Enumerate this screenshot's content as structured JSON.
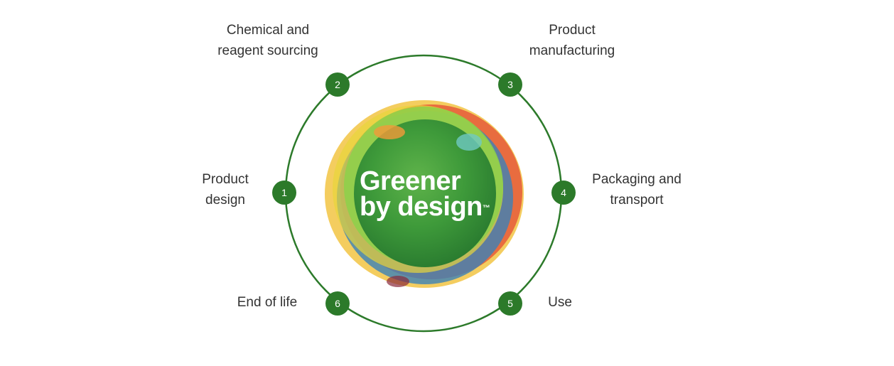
{
  "colors": {
    "ring": "#2c7a2a",
    "node": "#2c7a2a",
    "label": "#333333",
    "logo_text": "#ffffff"
  },
  "logo": {
    "line1": "Greener",
    "line2": "by design",
    "trademark": "™"
  },
  "steps": [
    {
      "number": "1",
      "label_line1": "Product",
      "label_line2": "design"
    },
    {
      "number": "2",
      "label_line1": "Chemical and",
      "label_line2": "reagent sourcing"
    },
    {
      "number": "3",
      "label_line1": "Product",
      "label_line2": "manufacturing"
    },
    {
      "number": "4",
      "label_line1": "Packaging and",
      "label_line2": "transport"
    },
    {
      "number": "5",
      "label_line1": "Use",
      "label_line2": ""
    },
    {
      "number": "6",
      "label_line1": "End of life",
      "label_line2": ""
    }
  ]
}
